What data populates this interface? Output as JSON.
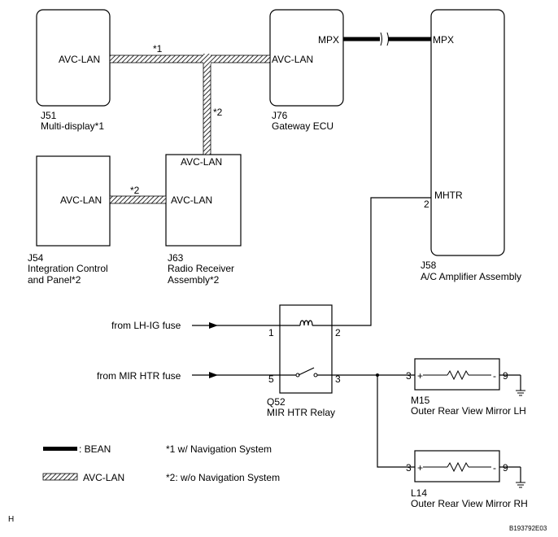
{
  "components": {
    "j51": {
      "id": "J51",
      "name": "Multi-display*1",
      "pin": "AVC-LAN"
    },
    "j76": {
      "id": "J76",
      "name": "Gateway ECU",
      "pin_avc": "AVC-LAN",
      "pin_mpx": "MPX"
    },
    "j58": {
      "id": "J58",
      "name": "A/C Amplifier Assembly",
      "pin_mpx": "MPX",
      "pin_mhtr": "MHTR",
      "pin_mhtr_no": "2"
    },
    "j54": {
      "id": "J54",
      "name_line1": "Integration Control",
      "name_line2": "and Panel*2",
      "pin": "AVC-LAN"
    },
    "j63": {
      "id": "J63",
      "name_line1": "Radio Receiver",
      "name_line2": "Assembly*2",
      "pin_top": "AVC-LAN",
      "pin_left": "AVC-LAN"
    },
    "q52": {
      "id": "Q52",
      "name": "MIR HTR Relay",
      "pin1": "1",
      "pin2": "2",
      "pin3": "3",
      "pin5": "5"
    },
    "m15": {
      "id": "M15",
      "name": "Outer Rear View Mirror LH",
      "pin_plus_no": "3",
      "pin_minus_no": "9",
      "plus": "+",
      "minus": "-"
    },
    "l14": {
      "id": "L14",
      "name": "Outer Rear View Mirror RH",
      "pin_plus_no": "3",
      "pin_minus_no": "9",
      "plus": "+",
      "minus": "-"
    }
  },
  "wire_labels": {
    "nav1": "*1",
    "nav2_vertical": "*2",
    "nav2_horizontal": "*2"
  },
  "fuses": {
    "lh_ig": "from LH-IG fuse",
    "mir_htr": "from MIR HTR fuse"
  },
  "legend": {
    "bean": ": BEAN",
    "avc_lan": "AVC-LAN",
    "note1": "*1  w/ Navigation System",
    "note2": "*2: w/o Navigation System"
  },
  "footer": {
    "left_code": "H",
    "right_code": "B193792E03"
  }
}
